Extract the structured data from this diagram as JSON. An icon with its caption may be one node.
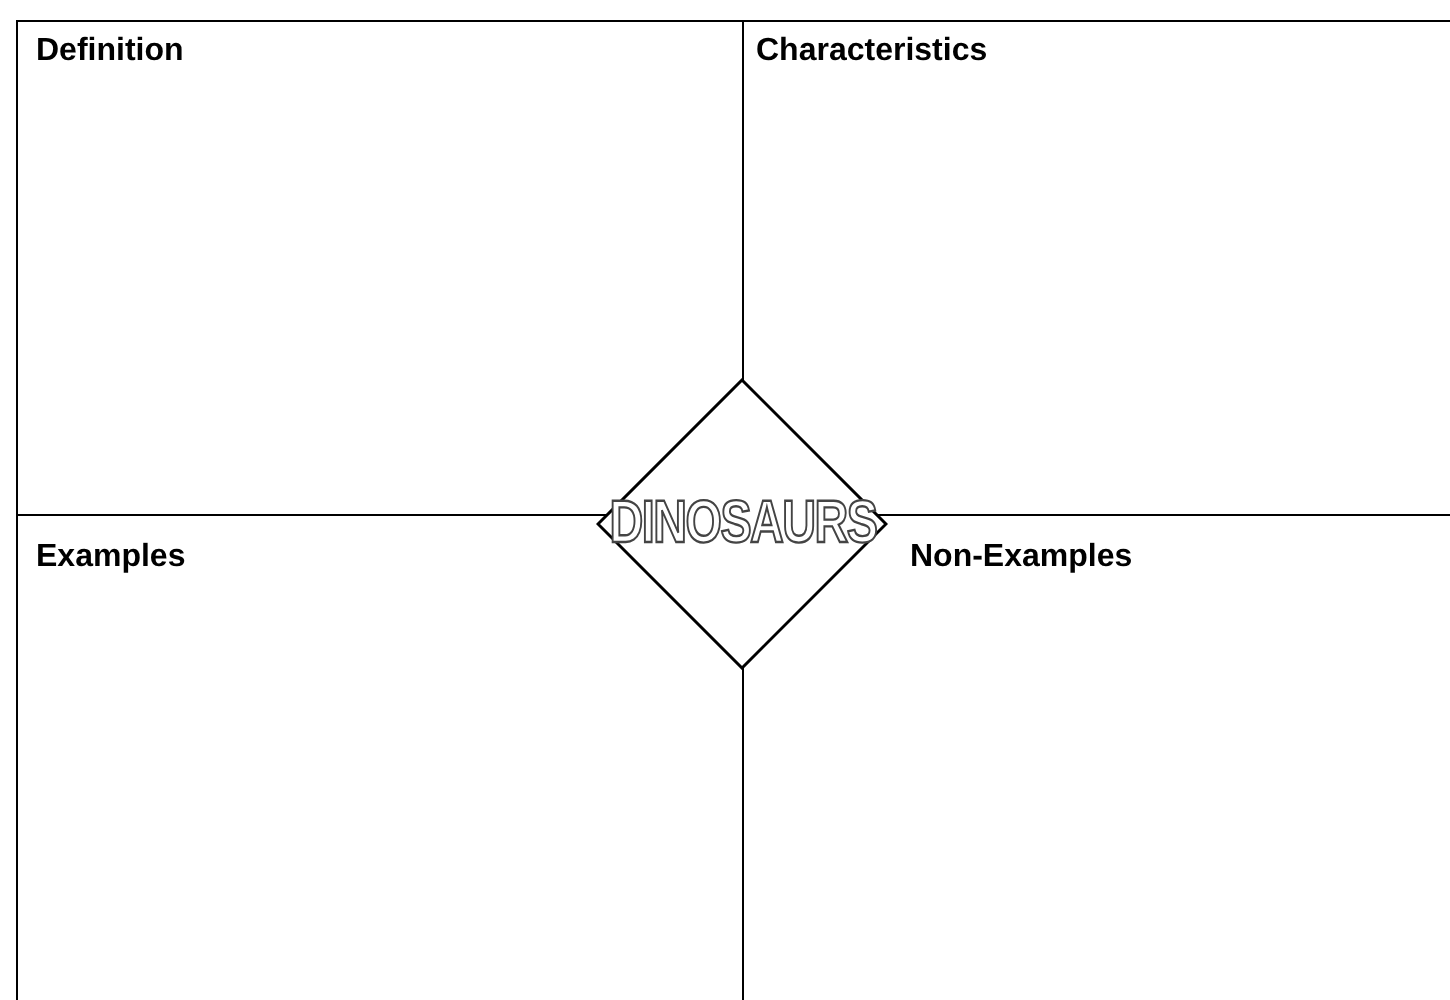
{
  "diagram": {
    "nodes": [
      {
        "text": [
          "Definition"
        ]
      },
      {
        "text": [
          "Characteristics"
        ]
      },
      {
        "text": [
          "Examples"
        ]
      },
      {
        "text": [
          "Non-Examples"
        ]
      },
      {
        "text": [
          "DINOSAURS"
        ]
      }
    ],
    "edges": []
  }
}
